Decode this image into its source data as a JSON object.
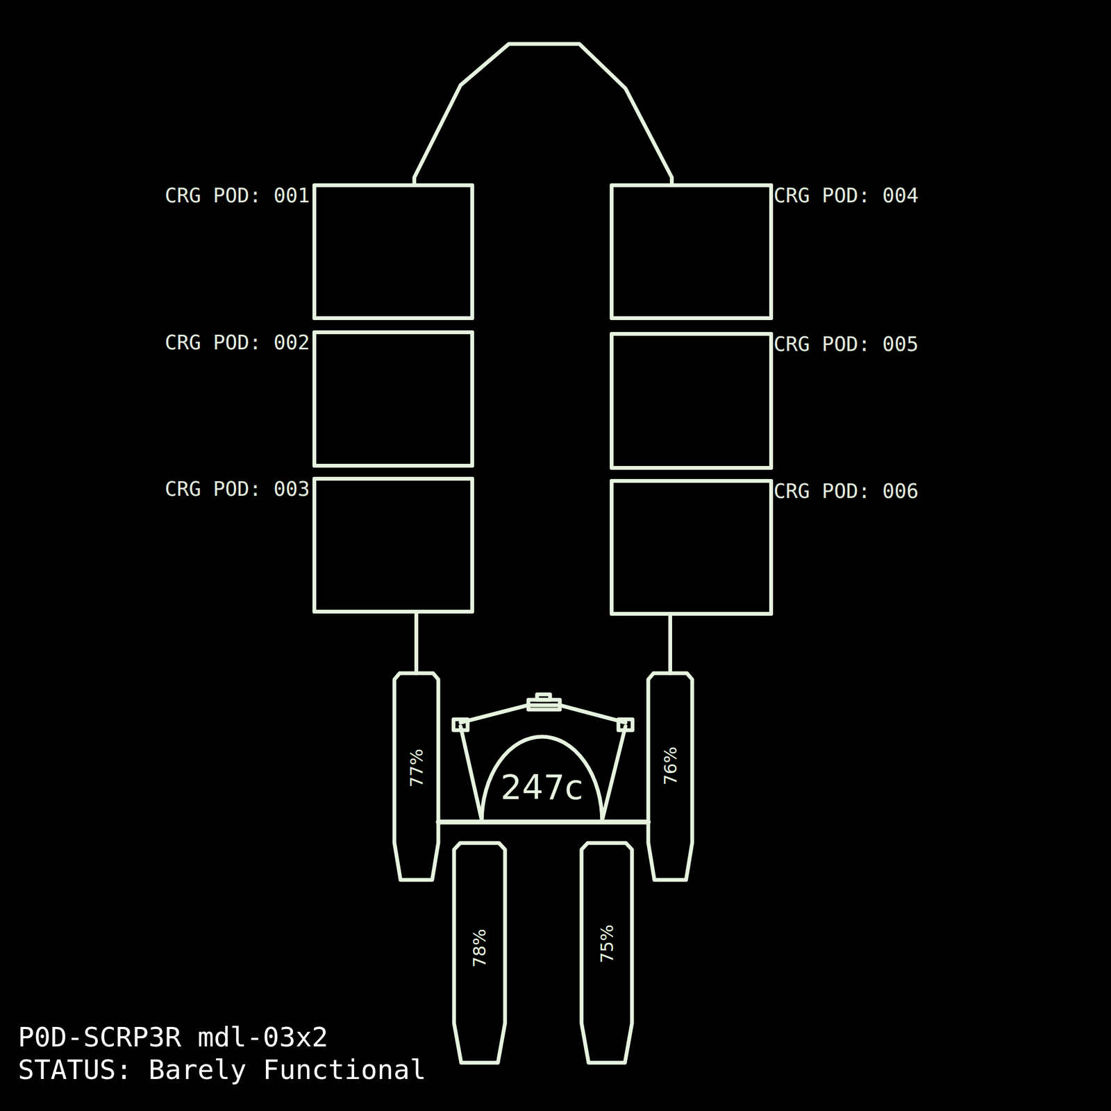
{
  "diagram": {
    "nodes": [
      {
        "text": [
          "CRG POD: 001"
        ]
      },
      {
        "text": [
          "CRG POD: 004"
        ]
      },
      {
        "text": [
          "CRG POD: 002"
        ]
      },
      {
        "text": [
          "CRG POD: 005"
        ]
      },
      {
        "text": [
          "CRG POD: 003"
        ]
      },
      {
        "text": [
          "CRG POD: 006"
        ]
      },
      {
        "text": [
          "77%"
        ]
      },
      {
        "text": [
          "247c"
        ]
      },
      {
        "text": [
          "76%"
        ]
      },
      {
        "text": [
          "78%"
        ]
      },
      {
        "text": [
          "75%"
        ]
      }
    ],
    "edges": [
      {
        "from": 0,
        "to": 1,
        "arrow": "none"
      },
      {
        "from": 4,
        "to": 6,
        "arrow": "none"
      },
      {
        "from": 5,
        "to": 8,
        "arrow": "none"
      },
      {
        "from": 6,
        "to": 8,
        "arrow": "none"
      }
    ],
    "labels": [
      "P0D-SCRP3R mdl-03x2",
      "STATUS: Barely Functional"
    ]
  }
}
